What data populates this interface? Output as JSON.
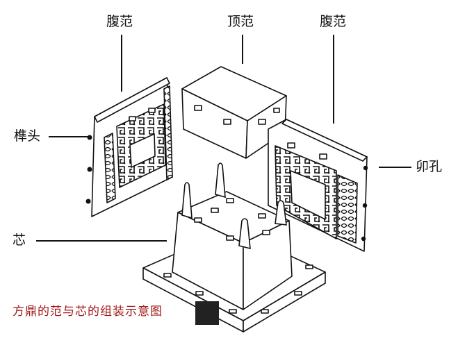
{
  "labels": {
    "left_mold": "腹范",
    "top_mold": "顶范",
    "right_mold": "腹范",
    "tenon": "榫头",
    "mortise": "卯孔",
    "core": "芯"
  },
  "caption": "方鼎的范与芯的组装示意图",
  "colors": {
    "ink": "#111111",
    "caption": "#a01818",
    "background": "#ffffff",
    "box": "#222222"
  }
}
